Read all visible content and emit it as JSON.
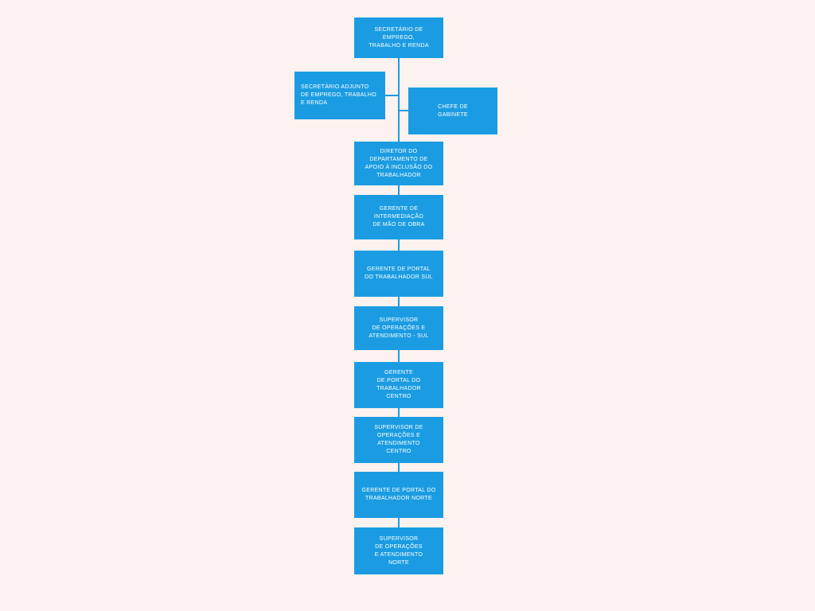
{
  "canvas": {
    "background_color": "#FCF2EF",
    "node_color": "#1B9CE2",
    "node_text_color": "#FFFFFF",
    "connector_color": "#1B9CE2"
  },
  "chart_data": {
    "type": "org-chart",
    "title": "",
    "hierarchy": [
      "SECRETÁRIO DE EMPREGO, TRABALHO E RENDA",
      "SECRETÁRIO ADJUNTO DE EMPREGO, TRABALHO E RENDA",
      "CHEFE DE GABINETE",
      "DIRETOR DO DEPARTAMENTO DE APOIO À INCLUSÃO DO TRABALHADOR",
      "GERENTE DE INTERMEDIAÇÃO DE MÃO DE OBRA",
      "GERENTE DE PORTAL DO TRABALHADOR SUL",
      "SUPERVISOR DE OPERAÇÕES E ATENDIMENTO - SUL",
      "GERENTE DE PORTAL DO TRABALHADOR CENTRO",
      "SUPERVISOR DE OPERAÇÕES E ATENDIMENTO CENTRO",
      "GERENTE DE PORTAL DO TRABALHADOR NORTE",
      "SUPERVISOR DE OPERAÇÕES E ATENDIMENTO NORTE"
    ]
  },
  "nodes": [
    {
      "id": "secretario",
      "label": "SECRETÁRIO DE EMPREGO,\nTRABALHO E RENDA"
    },
    {
      "id": "secretario-adjunto",
      "label": "SECRETÁRIO ADJUNTO\nDE EMPREGO, TRABALHO\nE RENDA"
    },
    {
      "id": "chefe-gabinete",
      "label": "CHEFE DE\nGABINETE"
    },
    {
      "id": "diretor-departamento",
      "label": "DIRETOR DO\nDEPARTAMENTO DE\nAPOIO À INCLUSÃO DO\nTRABALHADOR"
    },
    {
      "id": "gerente-intermediacao",
      "label": "GERENTE DE\nINTERMEDIAÇÃO\nDE MÃO DE OBRA"
    },
    {
      "id": "gerente-portal-sul",
      "label": "GERENTE DE PORTAL\nDO TRABALHADOR SUL"
    },
    {
      "id": "supervisor-sul",
      "label": "SUPERVISOR\nDE OPERAÇÕES E\nATENDIMENTO - SUL"
    },
    {
      "id": "gerente-portal-centro",
      "label": "GERENTE\nDE PORTAL DO\nTRABALHADOR\nCENTRO"
    },
    {
      "id": "supervisor-centro",
      "label": "SUPERVISOR DE\nOPERAÇÕES E\nATENDIMENTO\nCENTRO"
    },
    {
      "id": "gerente-portal-norte",
      "label": "GERENTE DE PORTAL DO\nTRABALHADOR NORTE"
    },
    {
      "id": "supervisor-norte",
      "label": "SUPERVISOR\nDE OPERAÇÕES\nE ATENDIMENTO\nNORTE"
    }
  ]
}
